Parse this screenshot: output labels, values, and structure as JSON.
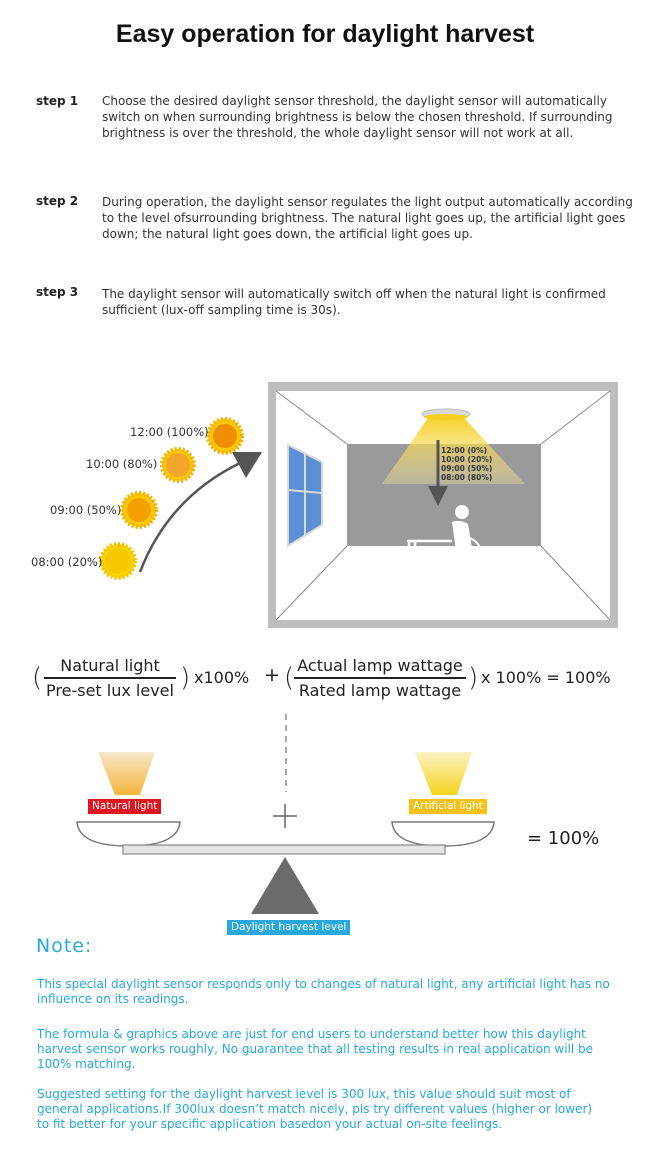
{
  "title": "Easy operation for daylight harvest",
  "steps": [
    {
      "label": "step 1",
      "text": "Choose the desired daylight sensor threshold, the daylight sensor will automatically switch on when surrounding brightness is below the chosen threshold. If surrounding brightness is over the threshold, the whole daylight sensor will not work at all."
    },
    {
      "label": "step 2",
      "text": "During operation, the daylight sensor regulates the light output automatically according to the level ofsurrounding brightness. The natural light goes up, the artificial light goes down; the natural light goes down, the artificial light goes up."
    },
    {
      "label": "step 3",
      "text": "The daylight sensor will automatically switch off when the natural light is confirmed sufficient (lux-off     sampling time is 30s)."
    }
  ],
  "suns": [
    "12:00 (100%)",
    "10:00 (80%)",
    "09:00 (50%)",
    "08:00 (20%)"
  ],
  "lamp_levels": [
    "12:00 (0%)",
    "10:00 (20%)",
    "09:00 (50%)",
    "08:00 (80%)"
  ],
  "formula": {
    "num1": "Natural light",
    "den1": "Pre-set lux level",
    "mult1": "x100%",
    "plus": "+",
    "num2": "Actual lamp wattage",
    "den2": "Rated lamp wattage",
    "result": "x 100% = 100%"
  },
  "balance": {
    "natural_label": "Natural light",
    "artificial_label": "Artificial light",
    "plus": "+",
    "equals": "= 100%",
    "pivot_label": "Daylight harvest level"
  },
  "colors": {
    "natural": "#e0141e",
    "artificial": "#f2c21a",
    "pivot": "#29a8dd",
    "note": "#29a8dd"
  },
  "note": {
    "title": "Note:",
    "paragraphs": [
      "This special daylight sensor responds only to changes of natural light, any artificial light has no  influence on its readings.",
      "The formula & graphics above are just for end users to understand better how this daylight harvest sensor works roughly, No guarantee that all testing results in real application will be 100% matching.",
      "Suggested setting for the daylight harvest level is 300 lux, this value should suit most of general applications.If 300lux doesn’t match nicely, pls try different values (higher or lower) to fit better for your specific application basedon your actual on-site feelings."
    ]
  }
}
